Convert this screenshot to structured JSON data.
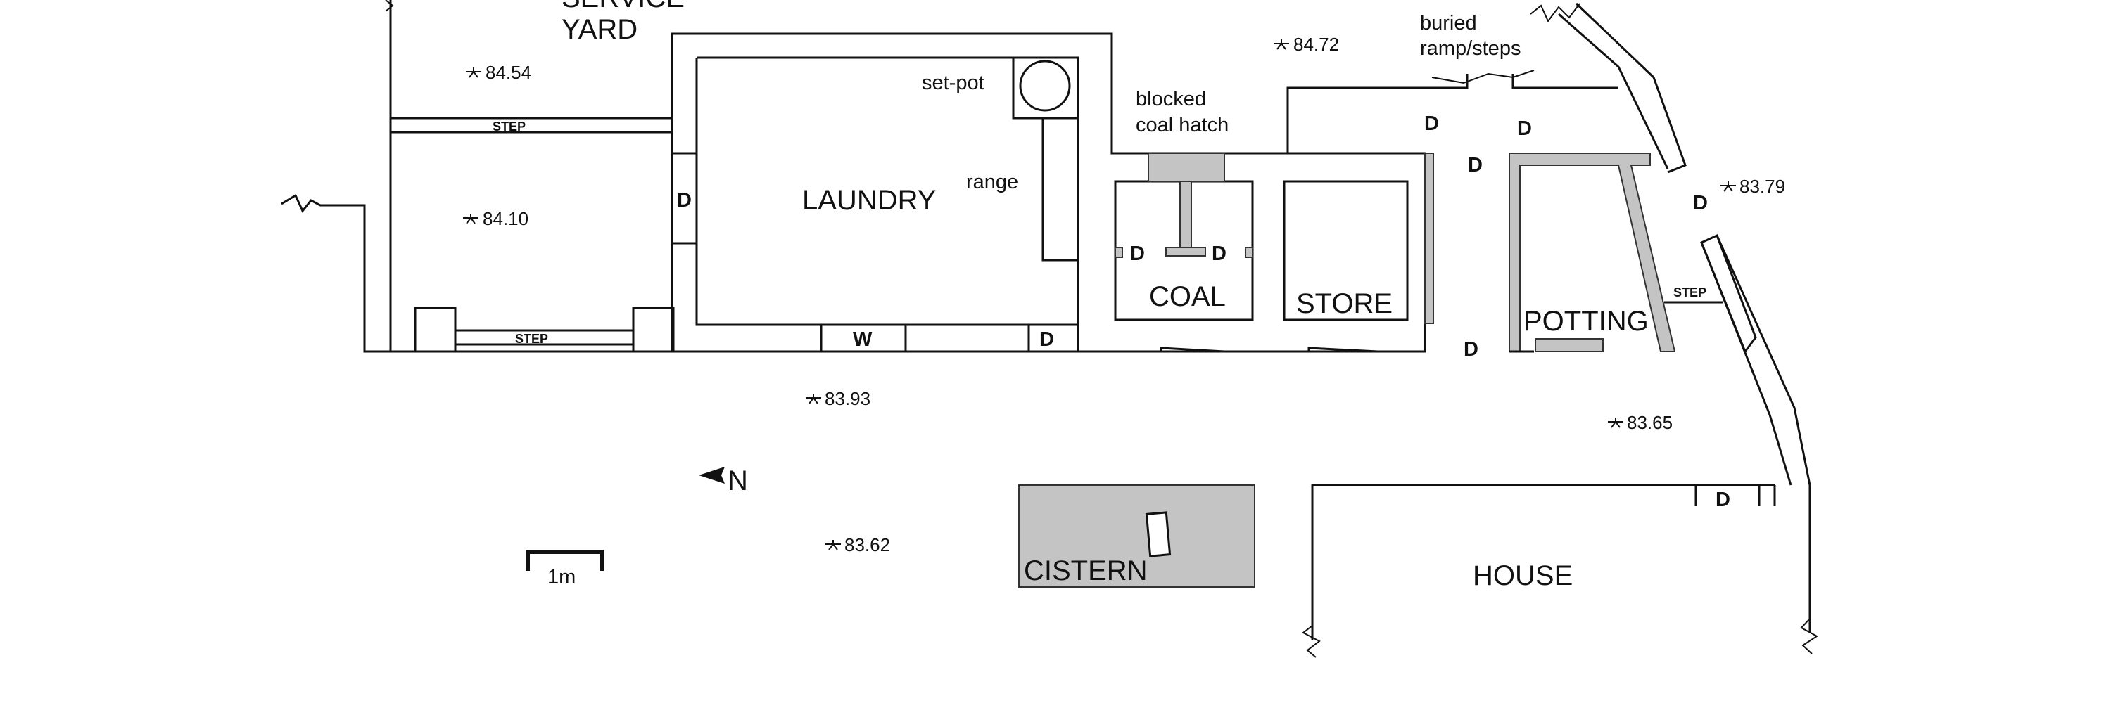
{
  "rooms": {
    "service_yard_line1": "SERVICE",
    "service_yard_line2": "YARD",
    "laundry": "LAUNDRY",
    "coal": "COAL",
    "store": "STORE",
    "potting": "POTTING",
    "cistern": "CISTERN",
    "house": "HOUSE"
  },
  "notes": {
    "set_pot": "set-pot",
    "range": "range",
    "blocked_coal_hatch_line1": "blocked",
    "blocked_coal_hatch_line2": "coal hatch",
    "buried_ramp_line1": "buried",
    "buried_ramp_line2": "ramp/steps"
  },
  "levels": [
    "84.54",
    "84.10",
    "84.72",
    "83.79",
    "83.93",
    "83.65",
    "83.62"
  ],
  "markers": {
    "door": "D",
    "window": "W",
    "step": "STEP"
  },
  "north": "N",
  "scale": "1m"
}
